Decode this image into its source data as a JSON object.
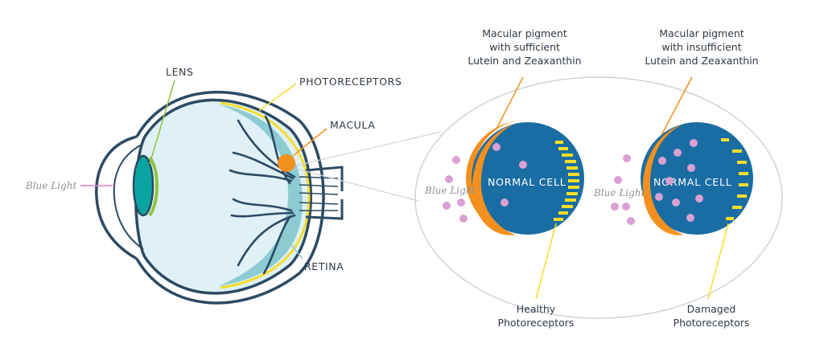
{
  "labels": {
    "lens": "LENS",
    "photoreceptors": "PHOTORECEPTORS",
    "macula": "MACULA",
    "retina": "RETINA",
    "blue_light": "Blue Light"
  },
  "cells": {
    "left": {
      "name": "NORMAL CELL",
      "caption": [
        "Macular pigment",
        "with sufficient",
        "Lutein and Zeaxanthin"
      ],
      "photoreceptors_label": [
        "Healthy",
        "Photoreceptors"
      ],
      "blue_light": "Blue Light"
    },
    "right": {
      "name": "NORMAL CELL",
      "caption": [
        "Macular pigment",
        "with insufficient",
        "Lutein and Zeaxanthin"
      ],
      "photoreceptors_label": [
        "Damaged",
        "Photoreceptors"
      ],
      "blue_light": "Blue Light"
    }
  },
  "colors": {
    "outline": "#2c4a63",
    "eye_fill": "#dff0f6",
    "retina": "#8ccbd1",
    "photoreceptor": "#f4dd2b",
    "macula": "#f4901e",
    "lens": "#0aa5a2",
    "lens_rim": "#8cc63f",
    "cell": "#1a6da2",
    "pigment": "#f4901e",
    "light_dot": "#d9a1d3",
    "blue_light_line": "#e07fbf"
  }
}
